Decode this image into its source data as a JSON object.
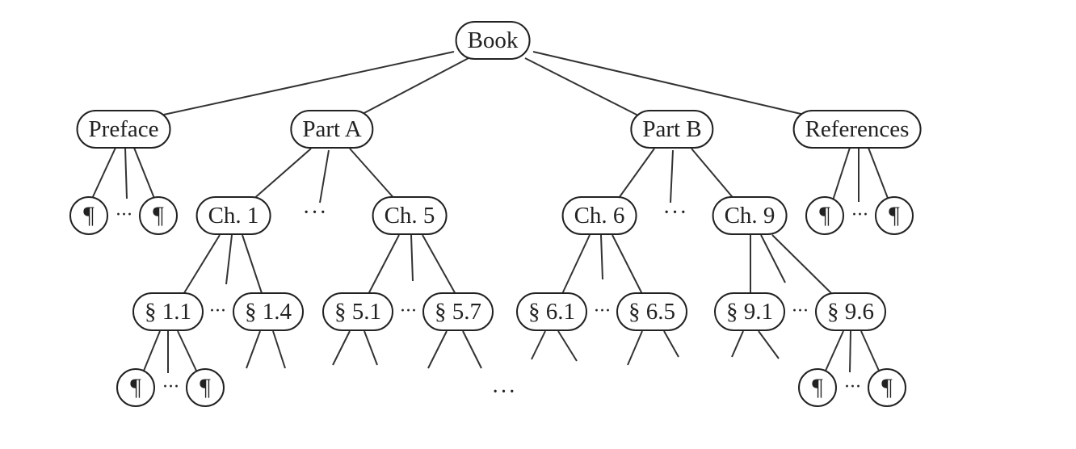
{
  "nodes": {
    "book": "Book",
    "preface": "Preface",
    "part_a": "Part A",
    "part_b": "Part B",
    "references": "References",
    "ch1": "Ch. 1",
    "ch5": "Ch. 5",
    "ch6": "Ch. 6",
    "ch9": "Ch. 9",
    "s1_1": "§ 1.1",
    "s1_4": "§ 1.4",
    "s5_1": "§ 5.1",
    "s5_7": "§ 5.7",
    "s6_1": "§ 6.1",
    "s6_5": "§ 6.5",
    "s9_1": "§ 9.1",
    "s9_6": "§ 9.6",
    "paragraph": "¶"
  },
  "ellipsis": "···"
}
